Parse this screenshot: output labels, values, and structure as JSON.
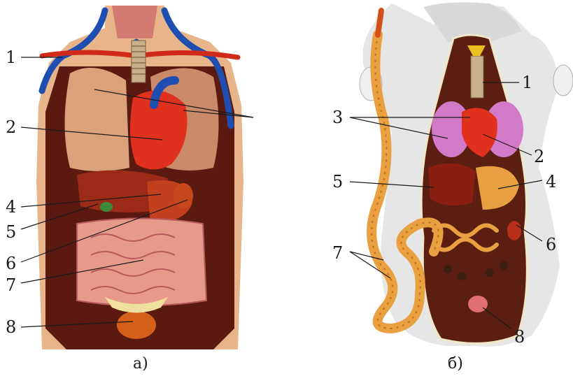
{
  "figure_a": {
    "caption": "а)",
    "labels": [
      "1",
      "2",
      "4",
      "5",
      "6",
      "7",
      "8"
    ]
  },
  "figure_b": {
    "caption": "б)",
    "labels": [
      "1",
      "3",
      "2",
      "5",
      "4",
      "6",
      "7",
      "8"
    ]
  },
  "colors": {
    "skin": "#e8b58a",
    "cavity": "#5a1a10",
    "heart": "#e0301e",
    "lung": "#d9a27a",
    "vein": "#1e4fb0",
    "liver": "#9b2a18",
    "intestine": "#e89a8a",
    "bladder": "#d4601a",
    "rabbit_fur": "#e6e6e6",
    "rabbit_lung": "#d27ac8",
    "rabbit_gut": "#e8a040"
  }
}
